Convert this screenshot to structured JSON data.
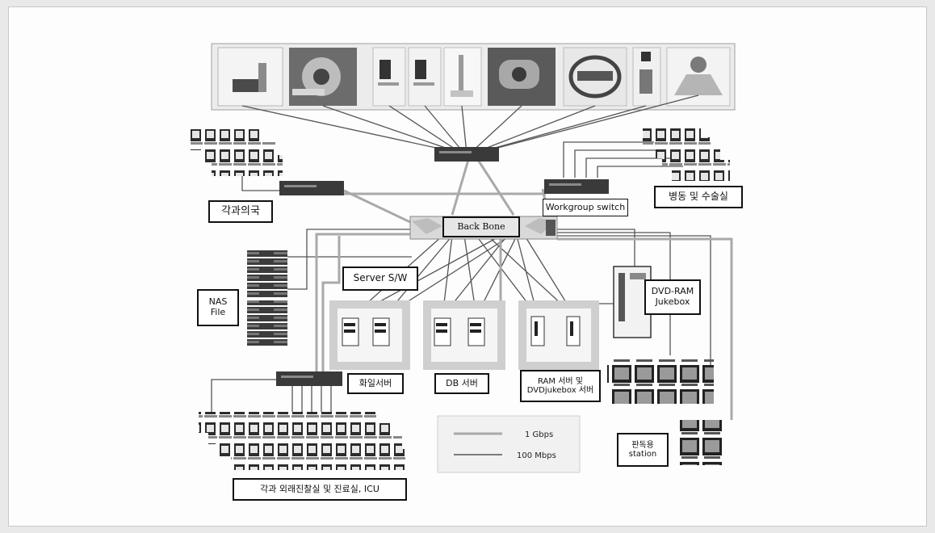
{
  "labels": {
    "dept_pharmacy": "각과의국",
    "ward_surgery": "병동 및 수술실",
    "workgroup_switch": "Workgroup switch",
    "backbone": "Back Bone",
    "server_sw": "Server S/W",
    "nas_line1": "NAS",
    "nas_line2": "File",
    "dvdram_line1": "DVD-RAM",
    "dvdram_line2": "Jukebox",
    "image_server": "화일서버",
    "db_server": "DB 서버",
    "ram_server_line1": "RAM 서버 및",
    "ram_server_line2": "DVDjukebox 서버",
    "reading_line1": "판독용",
    "reading_line2": "station",
    "outpatient": "각과 외래진찰실 및 진료실, ICU"
  },
  "legend": {
    "gbps": "1 Gbps",
    "mbps": "100 Mbps"
  },
  "colors": {
    "gbps_line": "#a9a9a9",
    "mbps_line": "#555555",
    "device": "#3a3a3a",
    "panel_bg": "#cfcfcf"
  }
}
